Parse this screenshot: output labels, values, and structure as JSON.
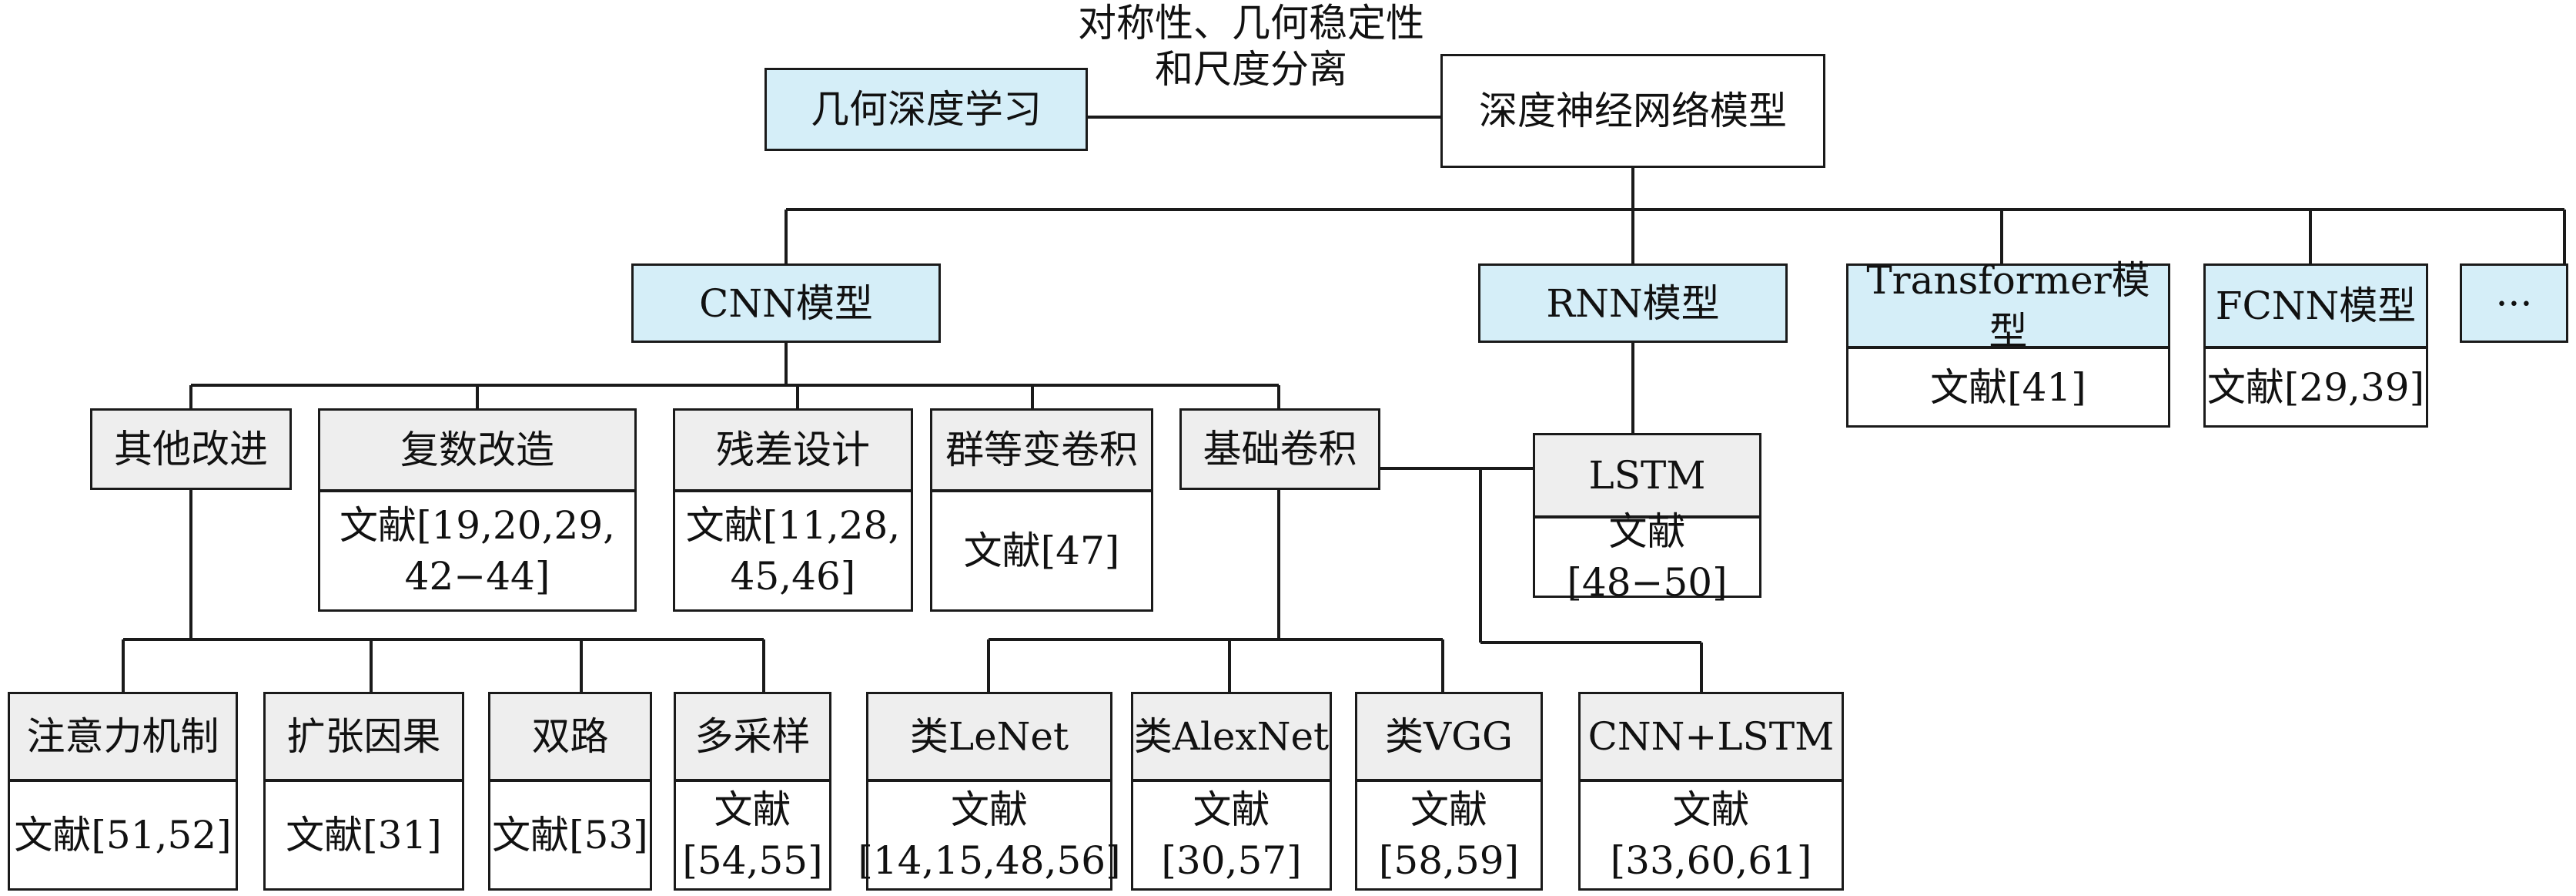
{
  "colors": {
    "root_fill": "#d5eef8",
    "model_fill": "#d5eef8",
    "method_fill": "#eeeeee",
    "line": "#1a1a1a"
  },
  "link_label": "对称性、几何稳定性\n和尺度分离",
  "nodes": {
    "geo": {
      "title": "几何深度学习"
    },
    "dnn": {
      "title": "深度神经网络模型"
    },
    "cnn": {
      "title": "CNN模型"
    },
    "rnn": {
      "title": "RNN模型"
    },
    "transformer": {
      "title": "Transformer模型",
      "ref": "文献[41]"
    },
    "fcnn": {
      "title": "FCNN模型",
      "ref": "文献[29,39]"
    },
    "more": {
      "title": "···"
    },
    "other": {
      "title": "其他改进"
    },
    "complex": {
      "title": "复数改造",
      "ref": "文献[19,20,29,\n42−44]"
    },
    "residual": {
      "title": "残差设计",
      "ref": "文献[11,28,\n45,46]"
    },
    "group": {
      "title": "群等变卷积",
      "ref": "文献[47]"
    },
    "basic": {
      "title": "基础卷积"
    },
    "lstm": {
      "title": "LSTM",
      "ref": "文献[48−50]"
    },
    "attention": {
      "title": "注意力机制",
      "ref": "文献[51,52]"
    },
    "dilated": {
      "title": "扩张因果",
      "ref": "文献[31]"
    },
    "dualpath": {
      "title": "双路",
      "ref": "文献[53]"
    },
    "multisample": {
      "title": "多采样",
      "ref": "文献\n[54,55]"
    },
    "lenet": {
      "title": "类LeNet",
      "ref": "文献\n[14,15,48,56]"
    },
    "alexnet": {
      "title": "类AlexNet",
      "ref": "文献\n[30,57]"
    },
    "vgg": {
      "title": "类VGG",
      "ref": "文献\n[58,59]"
    },
    "cnnlstm": {
      "title": "CNN+LSTM",
      "ref": "文献[33,60,61]"
    }
  }
}
